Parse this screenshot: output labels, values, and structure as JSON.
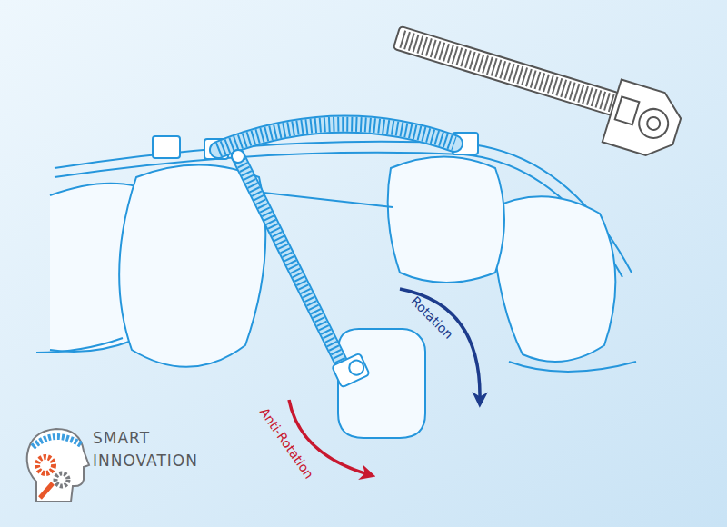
{
  "diagram": {
    "labels": [
      "Rotation",
      "Anti-Rotation",
      "SMART",
      "INNOVATION"
    ]
  }
}
